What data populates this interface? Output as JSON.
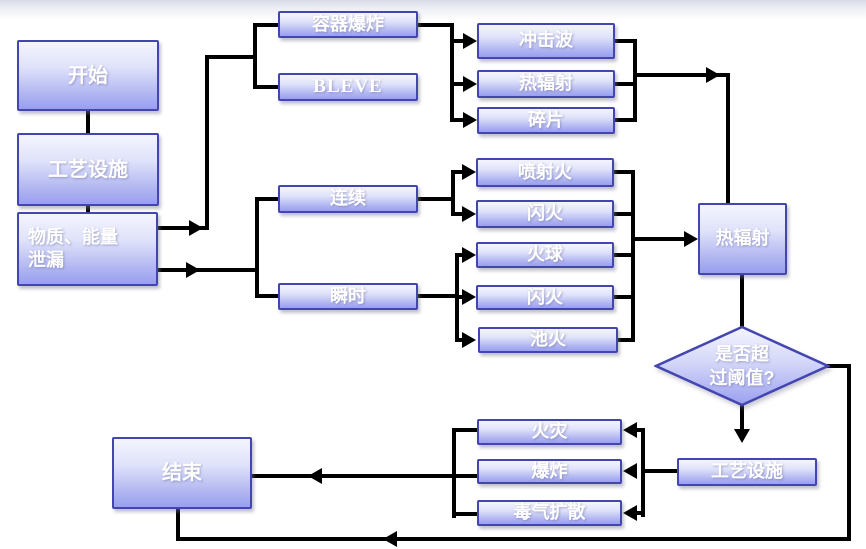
{
  "diagram": {
    "type": "flowchart",
    "colors": {
      "node_fill_top": "#f4f5fe",
      "node_fill_bottom": "#999ff0",
      "node_border": "#4446b0",
      "line_color": "#000000",
      "text_color": "#ffffff",
      "top_band": "#d8dce7"
    },
    "nodes": {
      "start": {
        "label": "开始"
      },
      "process_facility_top": {
        "label": "工艺设施"
      },
      "leakage": {
        "label": "物质、能量\n泄漏"
      },
      "vessel_explosion": {
        "label": "容器爆炸"
      },
      "bleve": {
        "label": "BLEVE"
      },
      "shock_wave": {
        "label": "冲击波"
      },
      "thermal_radiation_top": {
        "label": "热辐射"
      },
      "fragments": {
        "label": "碎片"
      },
      "continuous": {
        "label": "连续"
      },
      "instantaneous": {
        "label": "瞬时"
      },
      "jet_fire": {
        "label": "喷射火"
      },
      "flash_fire_continuous": {
        "label": "闪火"
      },
      "fireball": {
        "label": "火球"
      },
      "flash_fire_instant": {
        "label": "闪火"
      },
      "pool_fire": {
        "label": "池火"
      },
      "thermal_radiation_main": {
        "label": "热辐射"
      },
      "threshold_decision": {
        "label": "是否超\n过阈值?"
      },
      "process_facility_bottom": {
        "label": "工艺设施"
      },
      "fire": {
        "label": "火灾"
      },
      "explosion": {
        "label": "爆炸"
      },
      "toxic_gas_dispersion": {
        "label": "毒气扩散"
      },
      "end": {
        "label": "结束"
      }
    }
  }
}
